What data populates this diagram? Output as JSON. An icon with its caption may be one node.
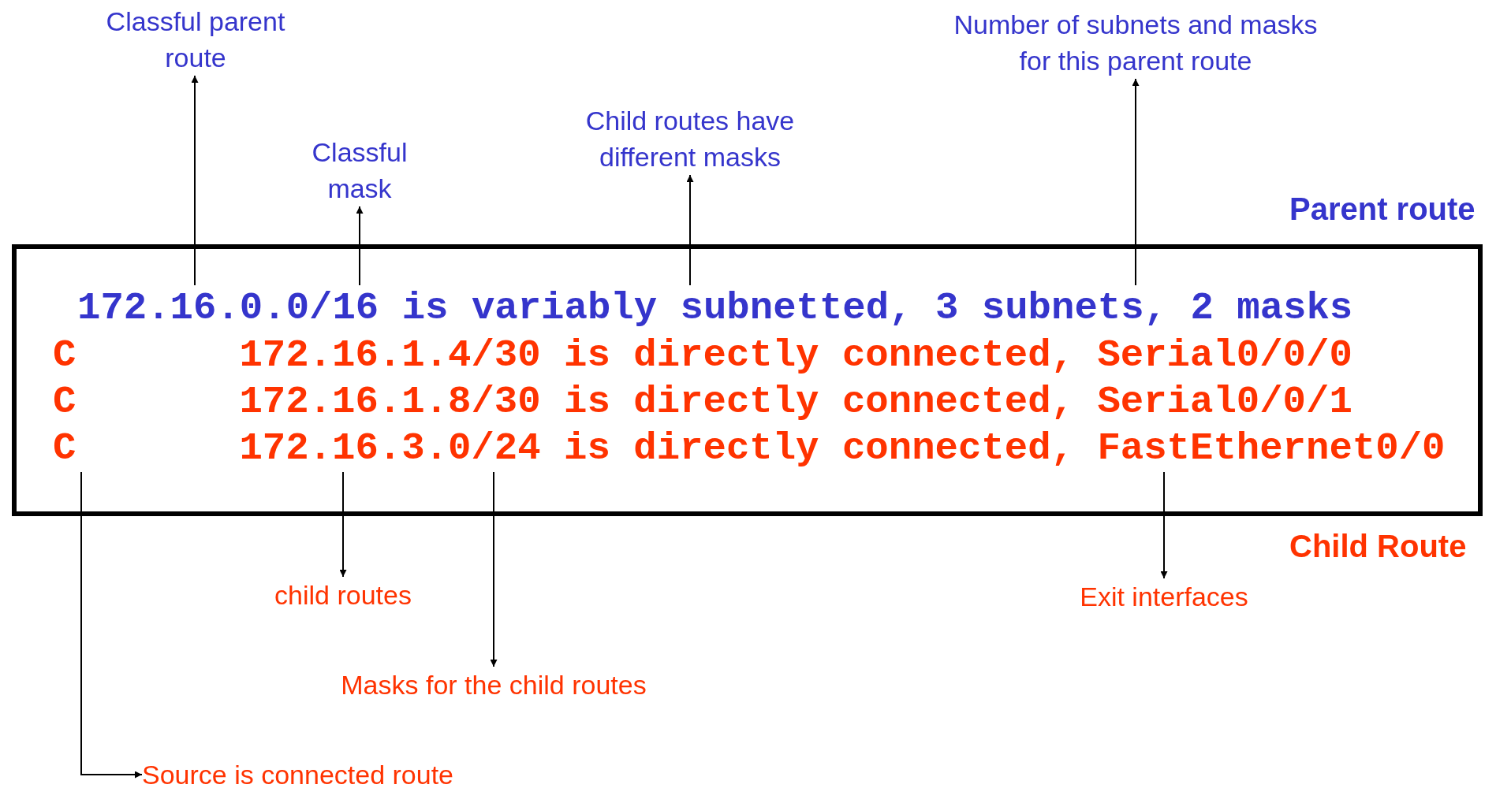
{
  "diagram": {
    "nodes": [
      {
        "text": [
          "Classful parent route"
        ]
      },
      {
        "text": [
          "Classful mask"
        ]
      },
      {
        "text": [
          "Child routes have different masks"
        ]
      },
      {
        "text": [
          "Number of subnets and masks for this parent route"
        ]
      },
      {
        "text": [],
        "shape": "box"
      },
      {
        "text": [
          "172.16.0.0/16 is variably subnetted, 3 subnets, 2 masks"
        ],
        "in": 4
      },
      {
        "text": [
          "C",
          "172.16.1.4/30 is directly connected, Serial0/0/0"
        ],
        "in": 4
      },
      {
        "text": [
          "C",
          "172.16.1.8/30 is directly connected, Serial0/0/1"
        ],
        "in": 4
      },
      {
        "text": [
          "C",
          "172.16.3.0/24 is directly connected, FastEthernet0/0"
        ],
        "in": 4
      },
      {
        "text": [
          "child routes"
        ]
      },
      {
        "text": [
          "Exit interfaces"
        ]
      },
      {
        "text": [
          "Masks for the child routes"
        ]
      },
      {
        "text": [
          "Source is connected route"
        ]
      }
    ],
    "edges": [
      {
        "from": 5,
        "to": 0,
        "arrow": "to"
      },
      {
        "from": 5,
        "to": 1,
        "arrow": "to"
      },
      {
        "from": 5,
        "to": 2,
        "arrow": "to"
      },
      {
        "from": 5,
        "to": 3,
        "arrow": "to"
      },
      {
        "from": 8,
        "to": 12,
        "arrow": "to"
      },
      {
        "from": 8,
        "to": 9,
        "arrow": "to"
      },
      {
        "from": 8,
        "to": 11,
        "arrow": "to"
      },
      {
        "from": 8,
        "to": 10,
        "arrow": "to"
      }
    ],
    "labels": [
      "Parent route",
      "Child Route"
    ]
  }
}
